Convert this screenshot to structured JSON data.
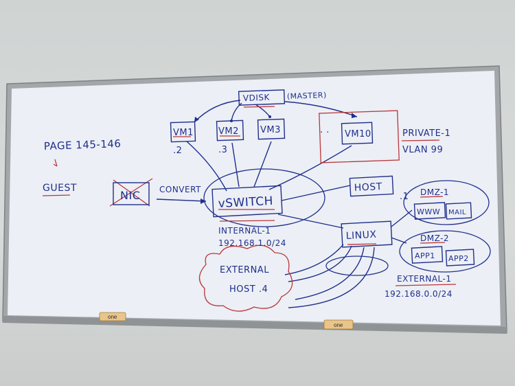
{
  "board": {
    "notes": {
      "page_ref": "PAGE 145-146",
      "guest": "GUEST",
      "private_line1": "PRIVATE-1",
      "private_line2": "VLAN 99",
      "internal_line1": "INTERNAL-1",
      "internal_line2": "192.168.1.0/24",
      "external1_line1": "EXTERNAL-1",
      "external1_line2": "192.168.0.0/24",
      "convert": "CONVERT"
    },
    "nodes": {
      "vdisk": "VDISK",
      "vdisk_note": "(MASTER)",
      "vm1": "VM1",
      "vm2": "VM2",
      "vm3": "VM3",
      "vm10": "VM10",
      "dots": "·  ·",
      "vm1_ip": ".2",
      "vm2_ip": ".3",
      "nic": "NIC",
      "vswitch": "vSWITCH",
      "host": "HOST",
      "host_ip": ".1",
      "linux": "LINUX",
      "dmz1": "DMZ-1",
      "www": "WWW",
      "mail": "MAIL",
      "dmz2": "DMZ-2",
      "app1": "APP1",
      "app2": "APP2",
      "external_host_line1": "EXTERNAL",
      "external_host_line2": "HOST .4"
    },
    "tray_tags": [
      "one",
      "one"
    ]
  },
  "colors": {
    "marker_blue": "#1f2f8c",
    "marker_red": "#b8363a",
    "board_white": "#eef1f7",
    "frame": "#9ea3a6"
  }
}
